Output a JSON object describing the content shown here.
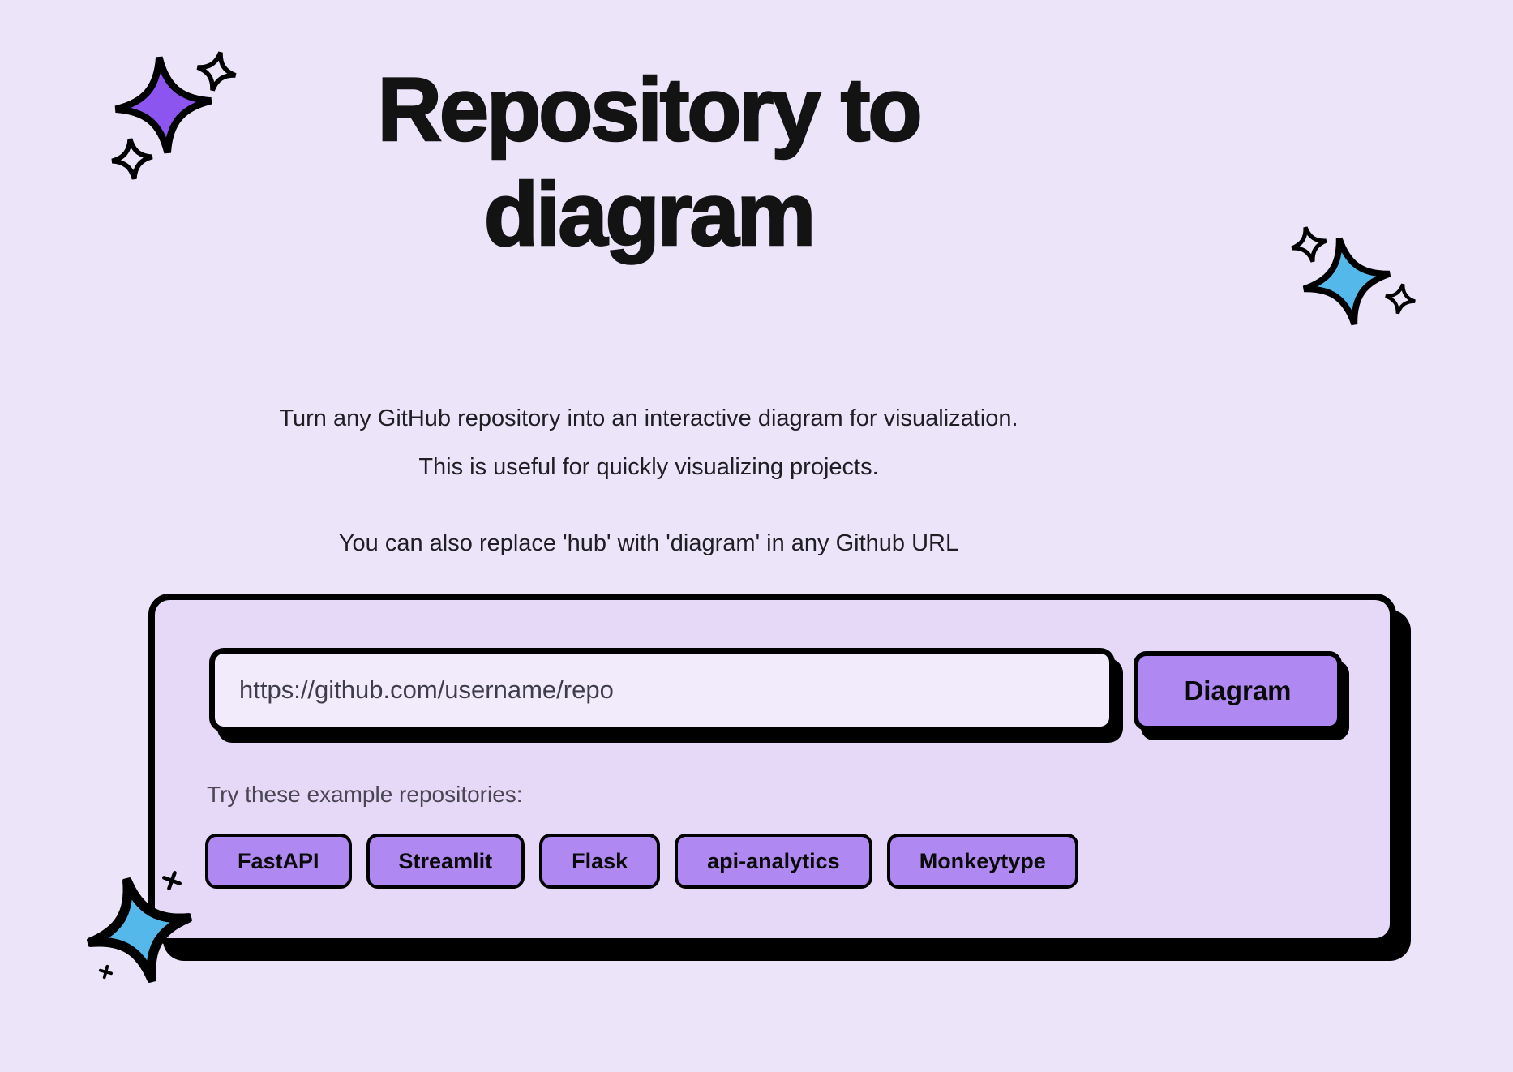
{
  "hero": {
    "title_line1": "Repository to",
    "title_line2": "diagram",
    "tagline_line1": "Turn any GitHub repository into an interactive diagram for visualization.",
    "tagline_line2": "This is useful for quickly visualizing projects.",
    "tagline_line3": "You can also replace 'hub' with 'diagram' in any Github URL"
  },
  "form": {
    "url_input": {
      "value": "",
      "placeholder": "https://github.com/username/repo"
    },
    "submit_label": "Diagram",
    "examples_label": "Try these example repositories:",
    "examples": [
      "FastAPI",
      "Streamlit",
      "Flask",
      "api-analytics",
      "Monkeytype"
    ]
  },
  "decorations": {
    "top_left_sparkle": "purple-sparkle-cluster",
    "right_sparkle": "blue-sparkle-cluster",
    "bottom_left_sparkle": "blue-rounded-star-with-plus-marks"
  },
  "colors": {
    "page_background": "#ece4f9",
    "card_background": "#e6d8f7",
    "input_background": "#f1ebfc",
    "button_purple": "#af88f2",
    "sparkle_purple": "#8c55ef",
    "sparkle_blue": "#55b8eb",
    "outline_black": "#000000",
    "title_text": "#131313",
    "muted_text": "#4a4653"
  }
}
